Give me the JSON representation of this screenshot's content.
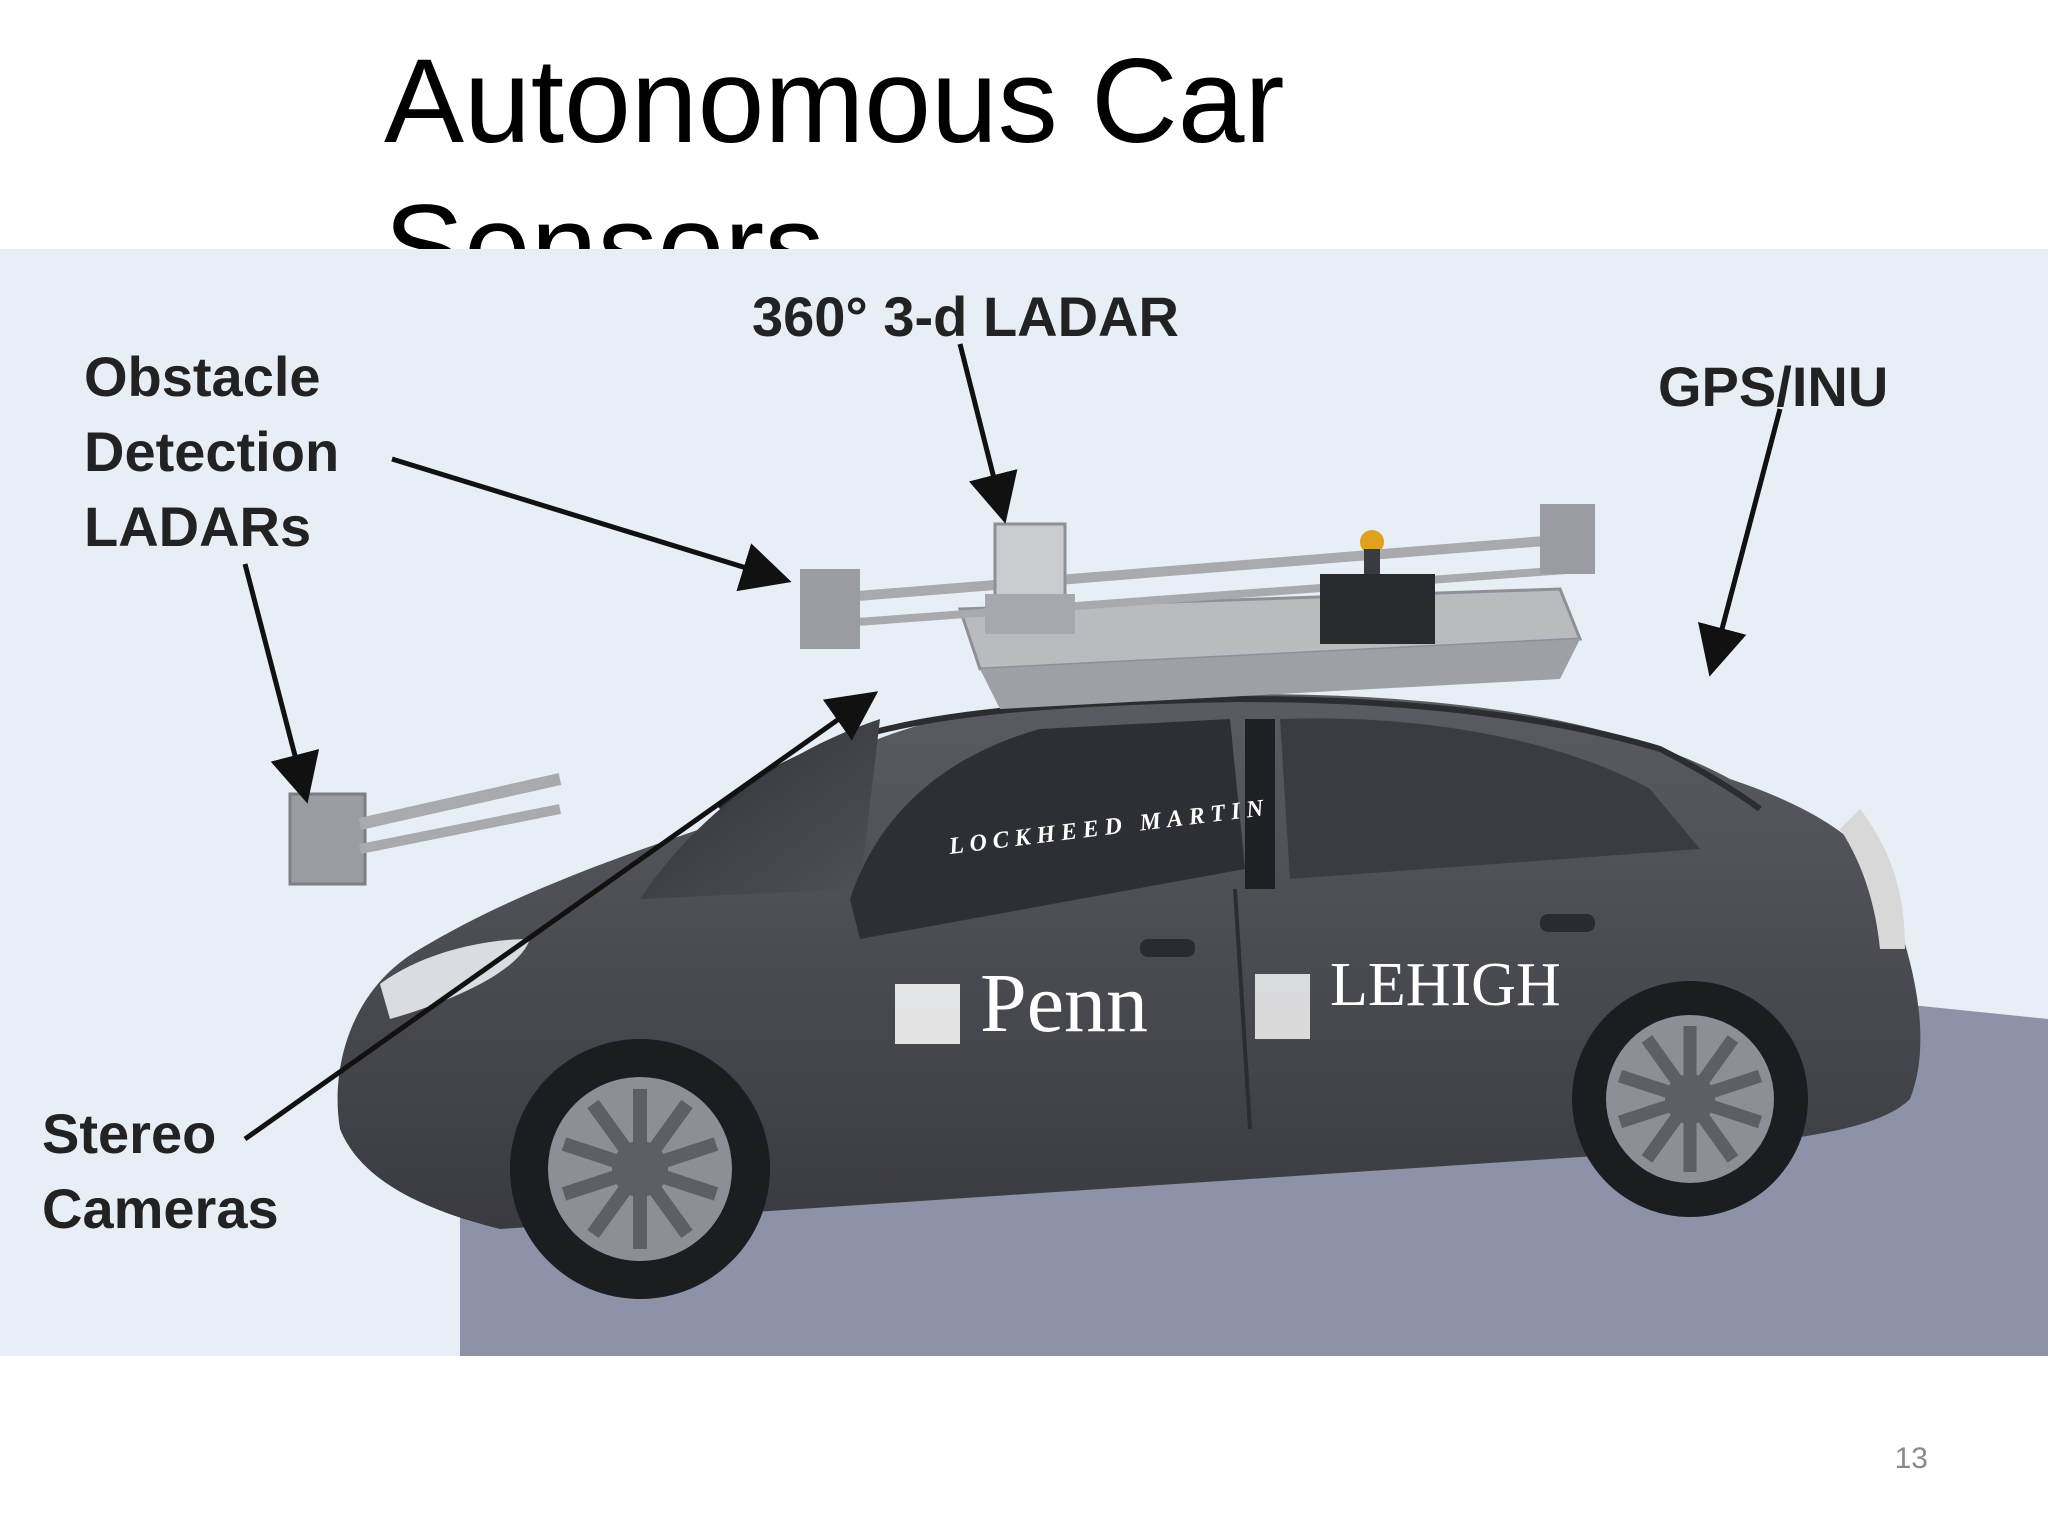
{
  "slide": {
    "title": "Autonomous Car Sensors",
    "page_number": "13"
  },
  "figure": {
    "callouts": {
      "obstacle_ladars": "Obstacle\nDetection\nLADARs",
      "ladar_360": "360° 3-d LADAR",
      "gps_inu": "GPS/INU",
      "stereo_cameras": "Stereo\nCameras"
    },
    "decals": {
      "lockheed": "LOCKHEED MARTIN",
      "penn": "Penn",
      "lehigh": "LEHIGH"
    },
    "colors": {
      "background": "#e8eef6",
      "car_body": "#45474d",
      "ground_shadow": "#8d92a8",
      "rack": "#b9bbbf"
    }
  }
}
